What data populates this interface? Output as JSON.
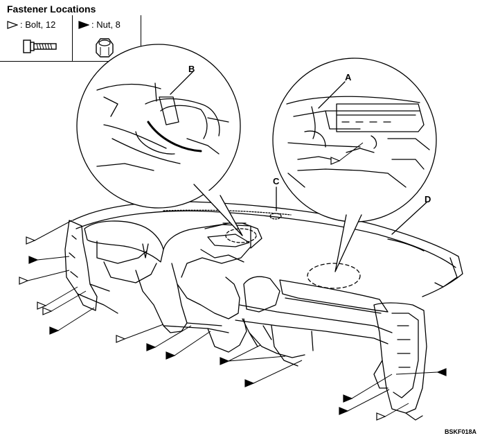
{
  "header": {
    "title": "Fastener Locations"
  },
  "legend": [
    {
      "symbol": "open-triangle",
      "label": ": Bolt, 12"
    },
    {
      "symbol": "filled-triangle",
      "label": ": Nut, 8"
    }
  ],
  "callouts": {
    "a": "A",
    "b": "B",
    "c": "C",
    "d": "D"
  },
  "figure_code": "BSKF018A",
  "icons": {
    "bolt": "bolt-icon",
    "nut": "nut-icon",
    "bolt_marker": "open-triangle-icon",
    "nut_marker": "filled-triangle-icon"
  }
}
